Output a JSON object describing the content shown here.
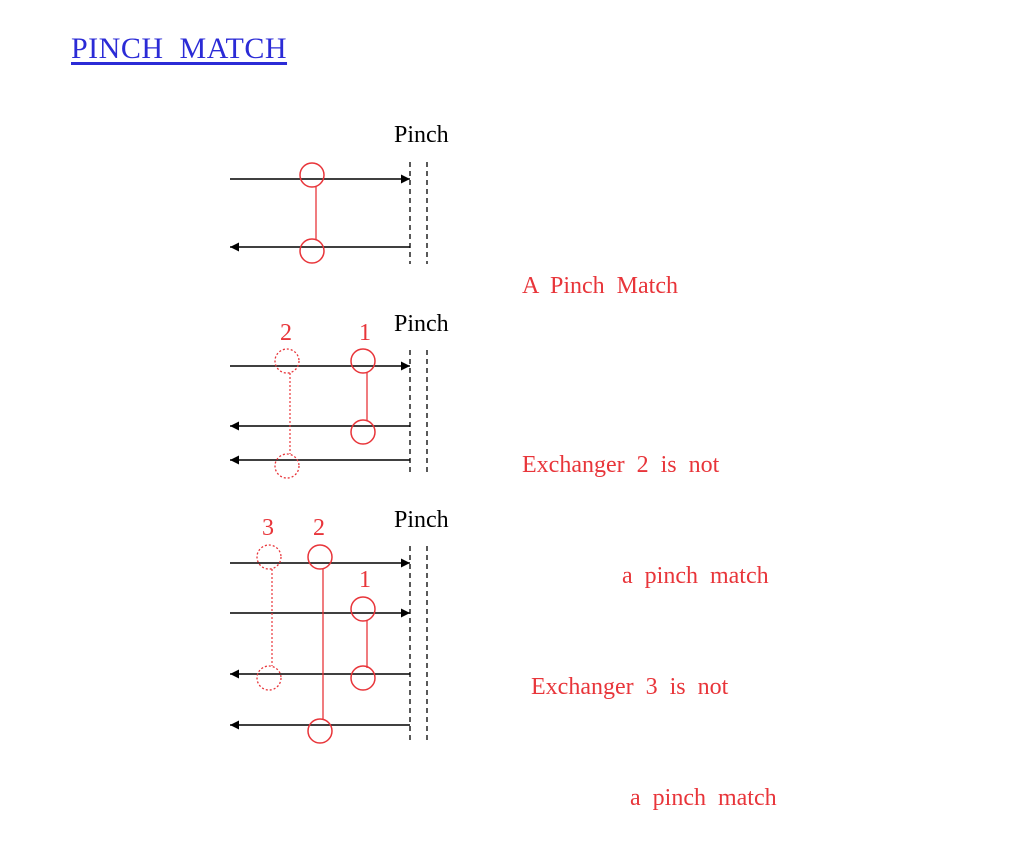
{
  "title": "PINCH  MATCH",
  "colors": {
    "title": "#2b2bd6",
    "accent": "#e8353a",
    "line": "#000000"
  },
  "pinch_label": "Pinch",
  "panels": [
    {
      "caption": [
        "A  Pinch  Match"
      ],
      "exchangers": []
    },
    {
      "caption": [
        "Exchanger  2  is  not",
        "a  pinch  match"
      ],
      "exchangers": [
        {
          "label": "2"
        },
        {
          "label": "1"
        }
      ]
    },
    {
      "caption": [
        "Exchanger  3  is  not",
        "a  pinch  match"
      ],
      "exchangers": [
        {
          "label": "3"
        },
        {
          "label": "2"
        },
        {
          "label": "1"
        }
      ]
    }
  ]
}
